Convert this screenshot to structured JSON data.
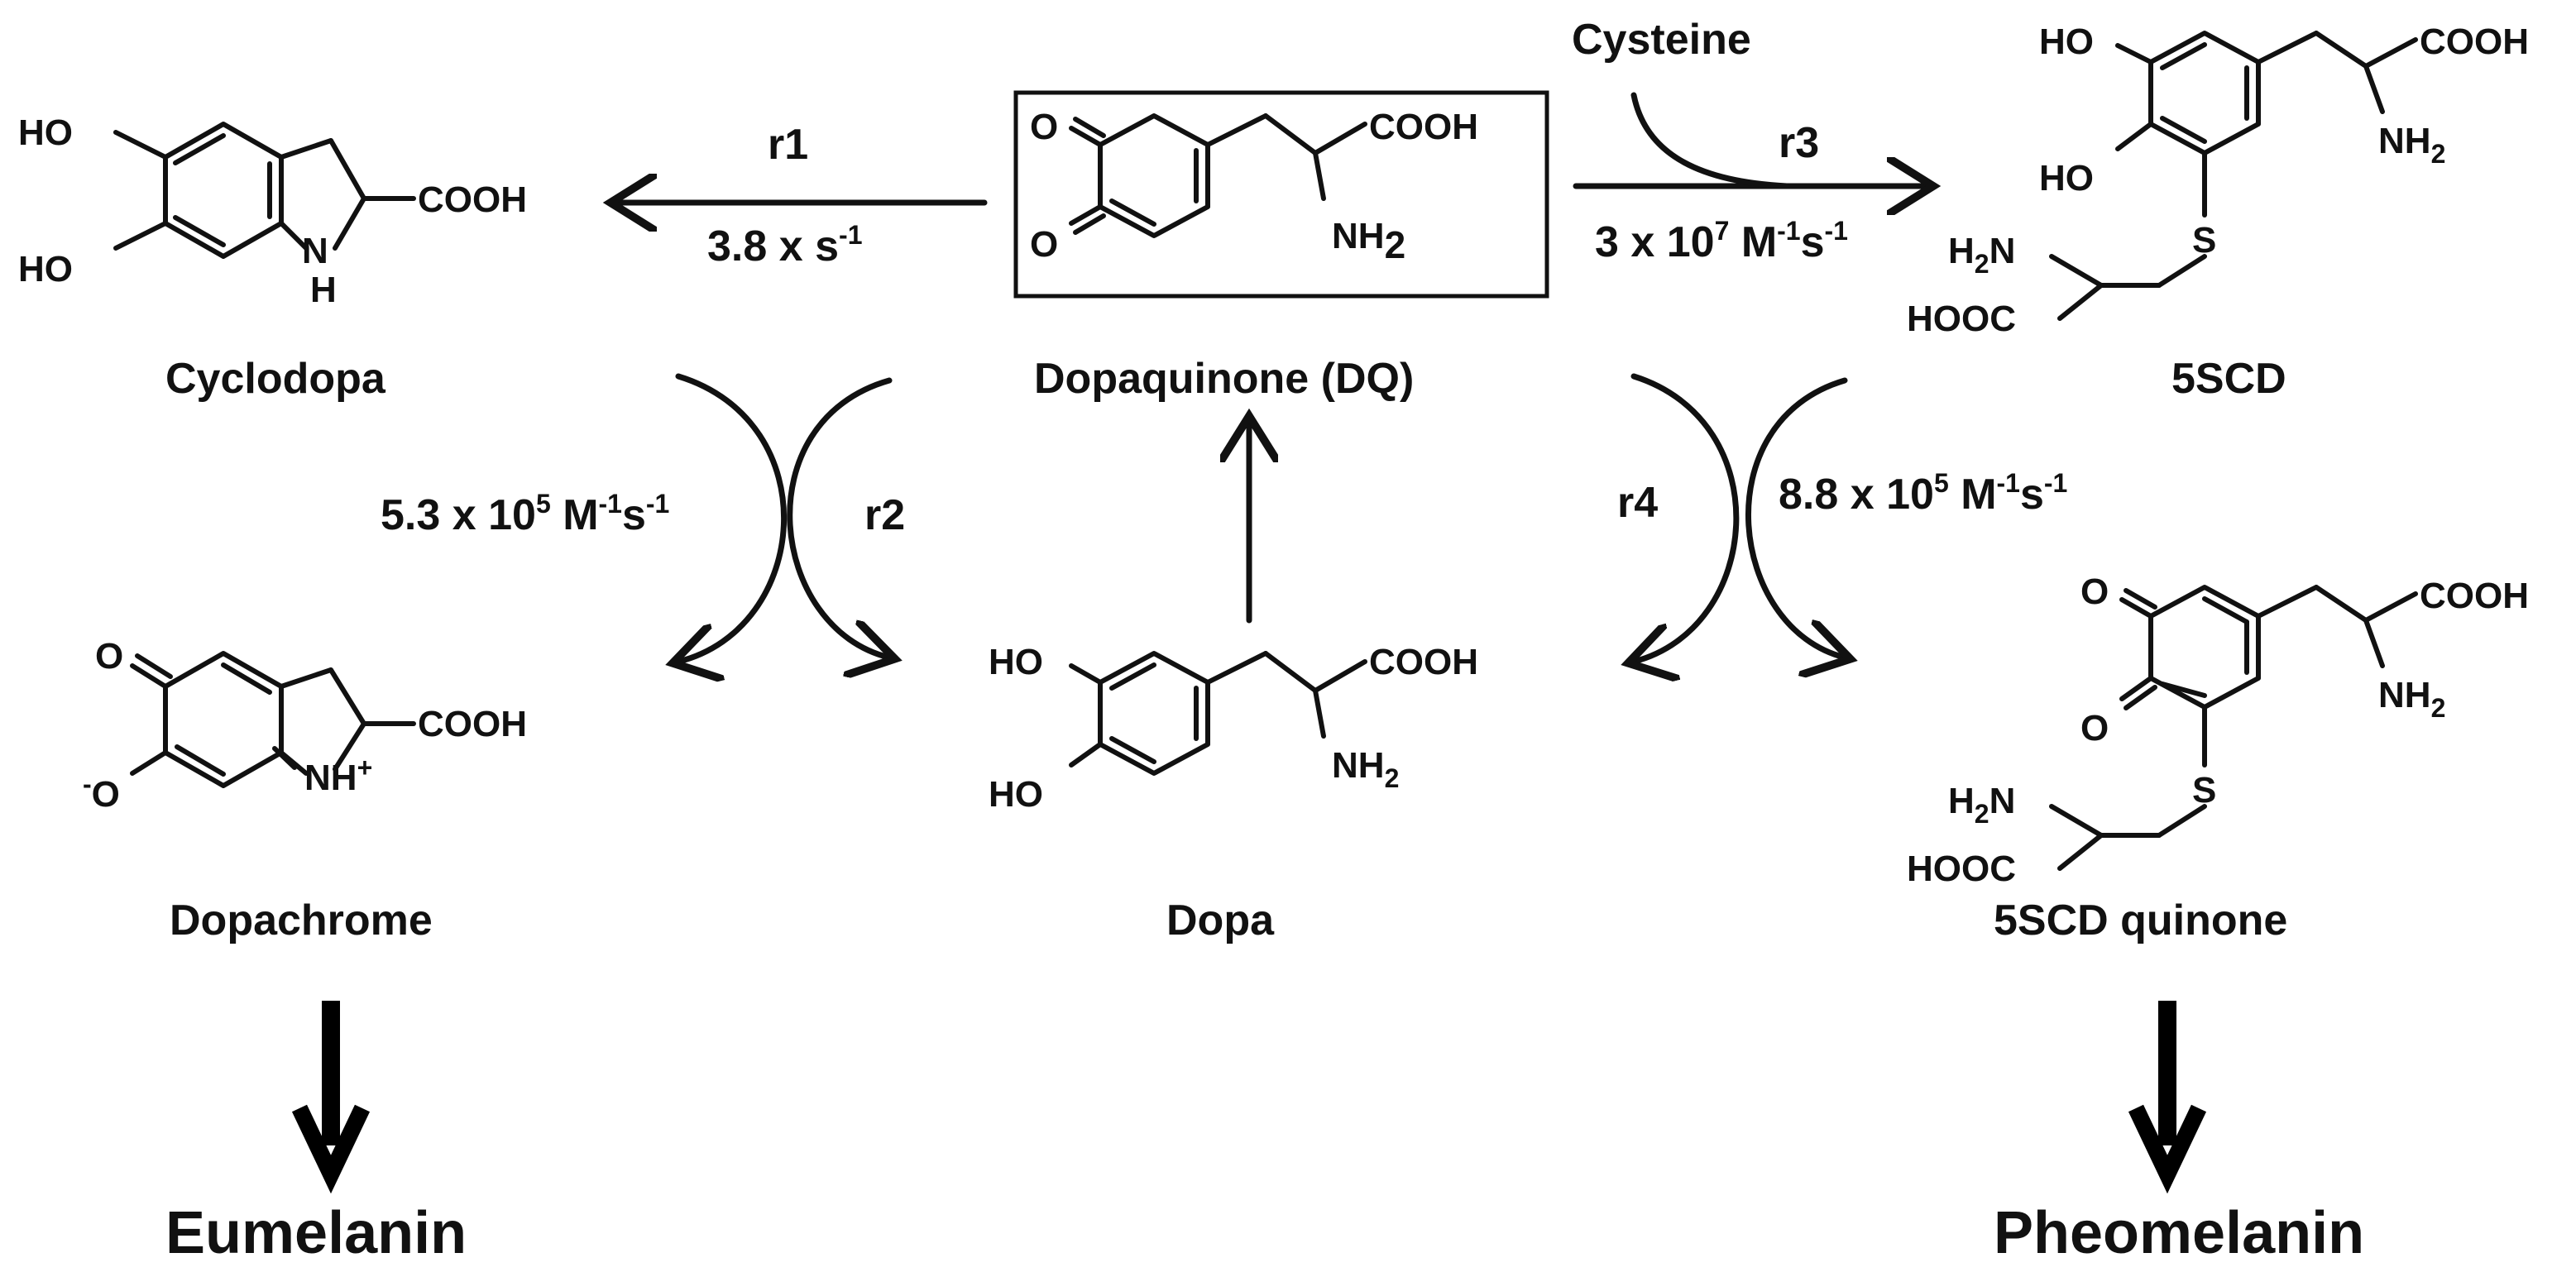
{
  "compounds": {
    "cyclodopa": "Cyclodopa",
    "dopaquinone": "Dopaquinone (DQ)",
    "scd5": "5SCD",
    "dopachrome": "Dopachrome",
    "dopa": "Dopa",
    "scd5_quinone": "5SCD quinone",
    "cysteine": "Cysteine"
  },
  "products": {
    "eumelanin": "Eumelanin",
    "pheomelanin": "Pheomelanin"
  },
  "reactions": {
    "r1": {
      "label": "r1",
      "rate_base": "3.8 x s",
      "rate_exp": "-1"
    },
    "r2": {
      "label": "r2",
      "rate_base": "5.3 x 10",
      "rate_exp1": "5",
      "rate_unit1": " M",
      "rate_exp2": "-1",
      "rate_unit2": "s",
      "rate_exp3": "-1"
    },
    "r3": {
      "label": "r3",
      "rate_base": "3 x 10",
      "rate_exp1": "7",
      "rate_unit1": " M",
      "rate_exp2": "-1",
      "rate_unit2": "s",
      "rate_exp3": "-1"
    },
    "r4": {
      "label": "r4",
      "rate_base": "8.8 x 10",
      "rate_exp1": "5",
      "rate_unit1": " M",
      "rate_exp2": "-1",
      "rate_unit2": "s",
      "rate_exp3": "-1"
    }
  },
  "atoms": {
    "ho": "HO",
    "o": "O",
    "cooh": "COOH",
    "hooc": "HOOC",
    "nh": "NH",
    "n_h": "H",
    "nh2": "NH",
    "h2n": "H",
    "sub2": "2",
    "s": "S",
    "o_minus": "O",
    "minus": "-",
    "nh_plus": "NH",
    "plus": "+"
  }
}
